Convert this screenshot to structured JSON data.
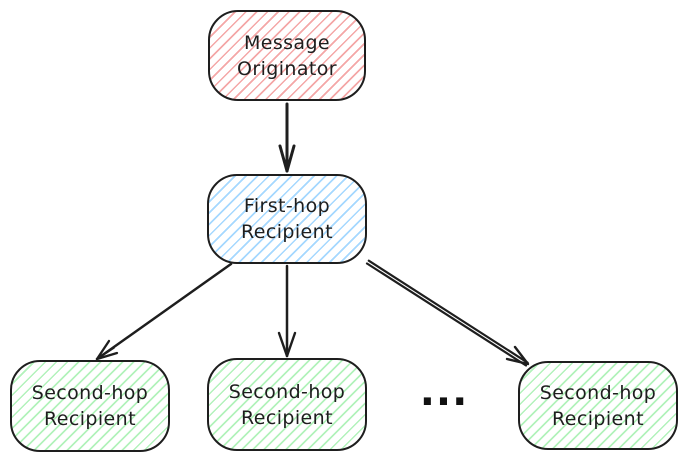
{
  "diagram": {
    "nodes": {
      "originator": {
        "line1": "Message",
        "line2": "Originator"
      },
      "first_hop": {
        "line1": "First-hop",
        "line2": "Recipient"
      },
      "second_hop_left": {
        "line1": "Second-hop",
        "line2": "Recipient"
      },
      "second_hop_mid": {
        "line1": "Second-hop",
        "line2": "Recipient"
      },
      "second_hop_right": {
        "line1": "Second-hop",
        "line2": "Recipient"
      }
    },
    "ellipsis": "...",
    "edges": [
      {
        "from": "originator",
        "to": "first_hop"
      },
      {
        "from": "first_hop",
        "to": "second_hop_left"
      },
      {
        "from": "first_hop",
        "to": "second_hop_mid"
      },
      {
        "from": "first_hop",
        "to": "second_hop_right"
      }
    ],
    "colors": {
      "stroke": "#1e1e1e",
      "originator_fill": "#f4a7a7",
      "first_hop_fill": "#a5d8ff",
      "second_hop_fill": "#b2f2bb",
      "background": "#ffffff"
    }
  }
}
